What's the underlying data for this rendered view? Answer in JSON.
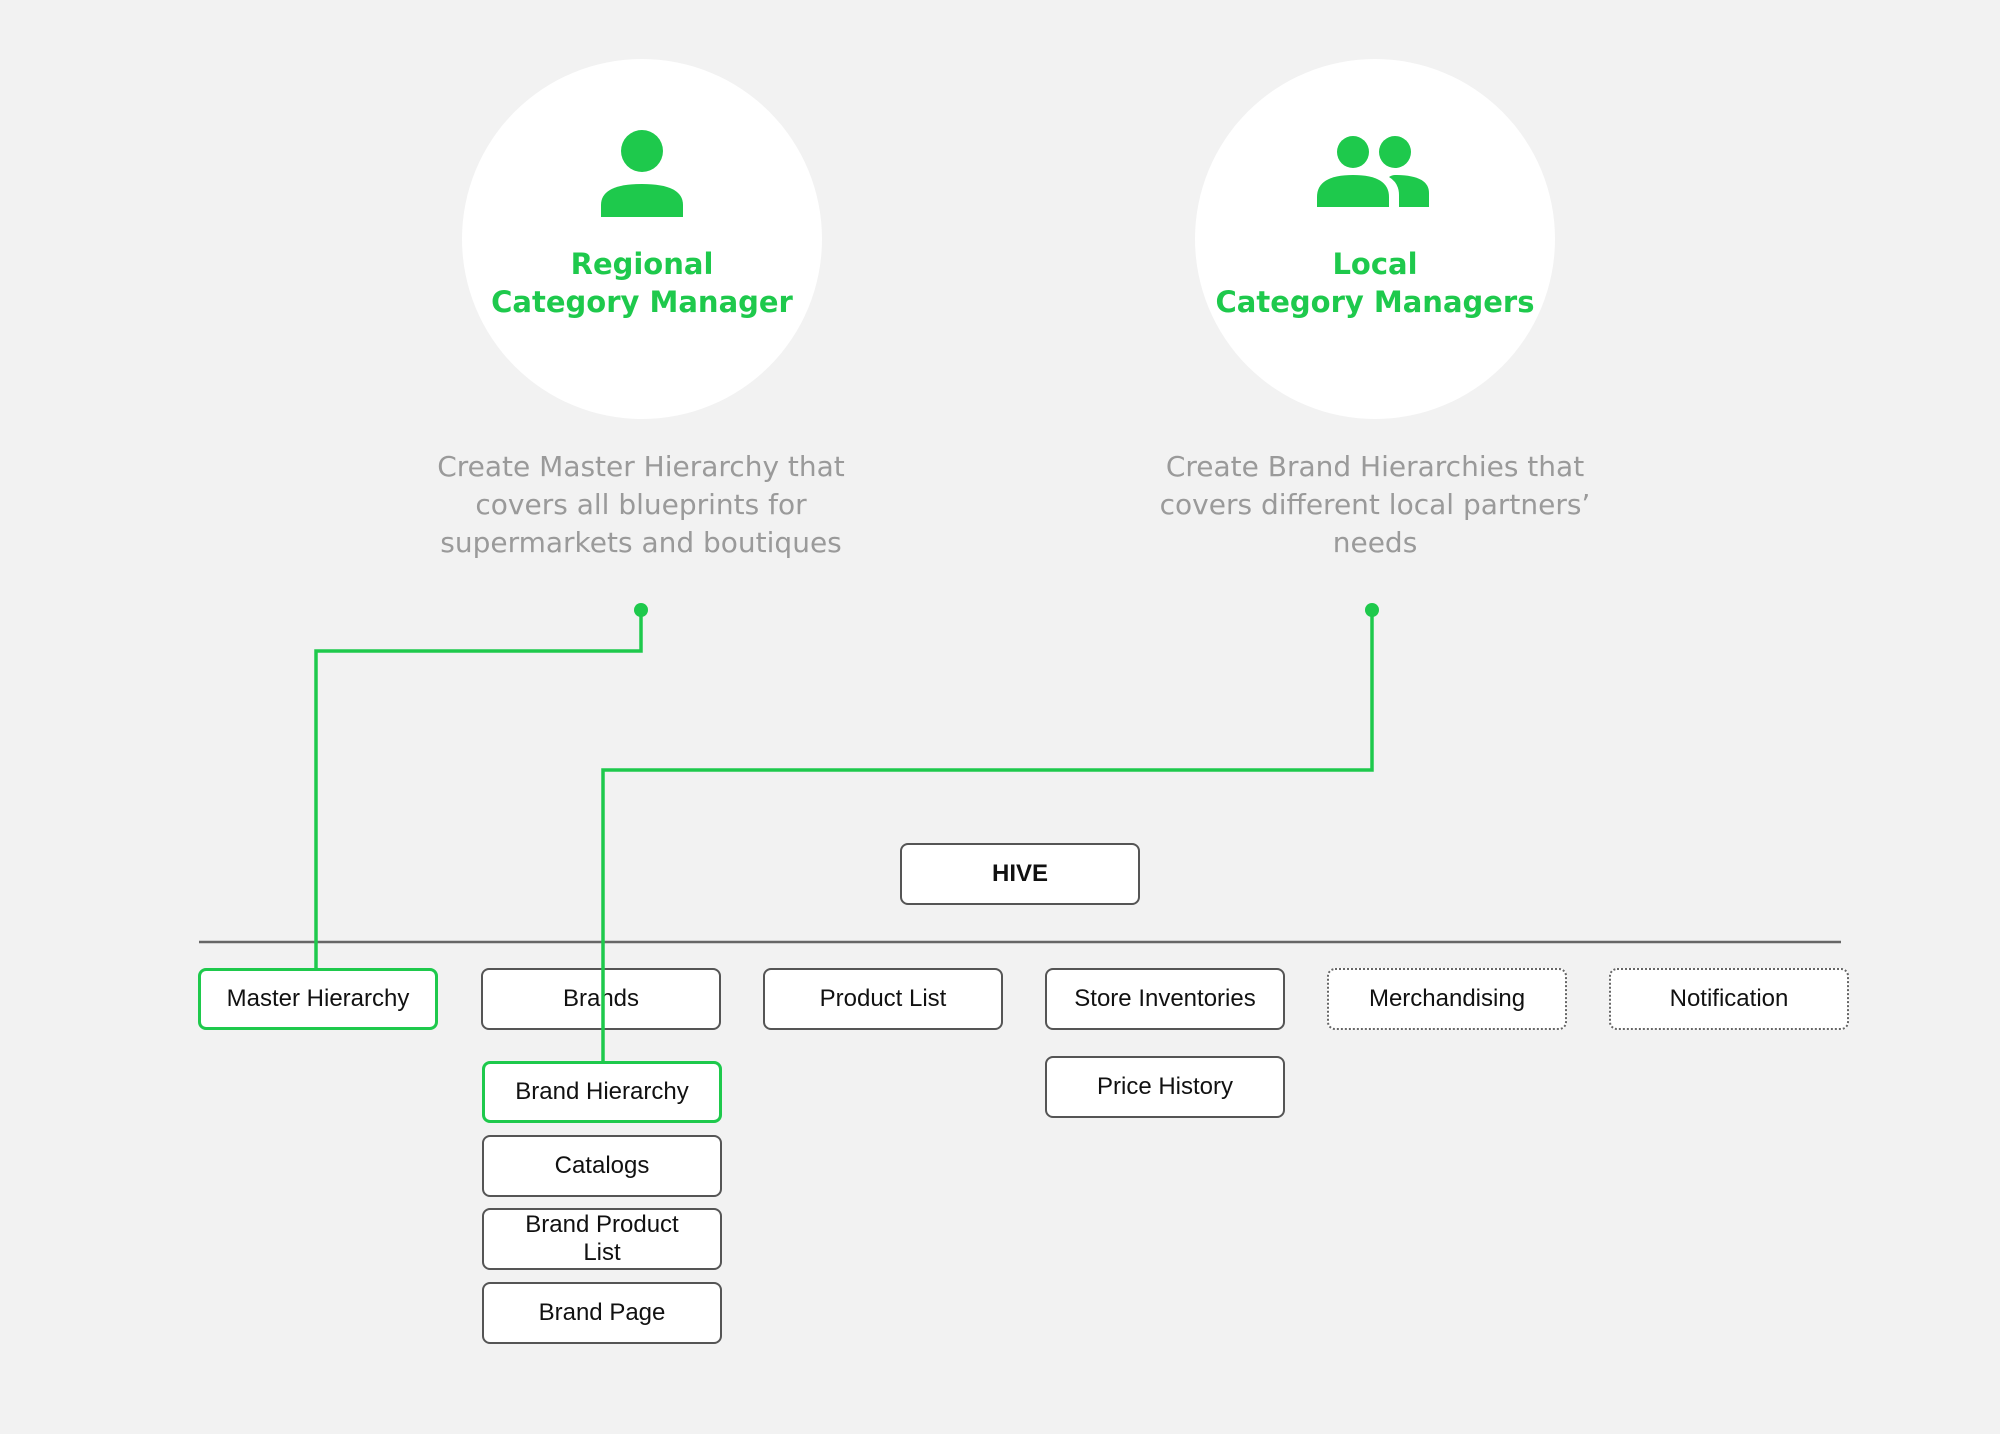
{
  "colors": {
    "accent": "#1ec94c",
    "muted_text": "#9a9a9a",
    "node_border": "#555555",
    "background": "#f2f2f2"
  },
  "personas": {
    "regional": {
      "icon": "person-icon",
      "title_line1": "Regional",
      "title_line2": "Category Manager",
      "desc_line1": "Create Master Hierarchy that",
      "desc_line2": "covers all blueprints for",
      "desc_line3": "supermarkets and boutiques"
    },
    "local": {
      "icon": "people-icon",
      "title_line1": "Local",
      "title_line2": "Category Managers",
      "desc_line1": "Create Brand Hierarchies that",
      "desc_line2": "covers different local partners’",
      "desc_line3": "needs"
    }
  },
  "hive": {
    "label": "HIVE"
  },
  "modules": {
    "master_hierarchy": "Master Hierarchy",
    "brands": "Brands",
    "product_list": "Product List",
    "store_inventories": "Store Inventories",
    "merchandising": "Merchandising",
    "notification": "Notification"
  },
  "submodules": {
    "brand_hierarchy": "Brand Hierarchy",
    "catalogs": "Catalogs",
    "brand_product_list_line1": "Brand Product",
    "brand_product_list_line2": "List",
    "brand_page": "Brand Page",
    "price_history": "Price History"
  }
}
